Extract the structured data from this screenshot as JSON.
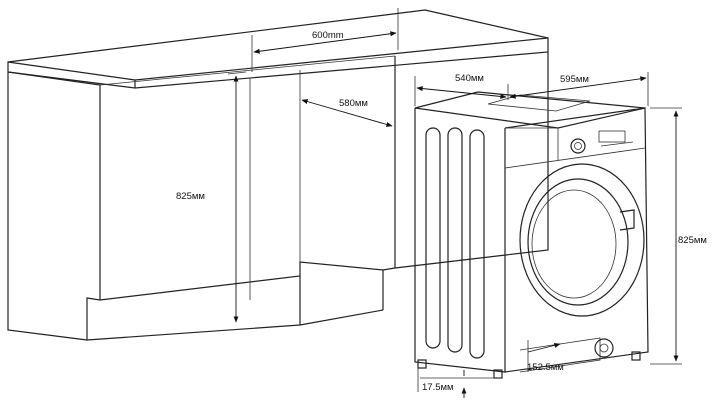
{
  "dimensions": {
    "cabinet_width": "600mm",
    "cabinet_depth": "580мм",
    "cabinet_height": "825мм",
    "machine_depth": "540мм",
    "machine_width": "595мм",
    "machine_height": "825мм",
    "foot_height": "17.5мм",
    "rear_offset": "152.5мм"
  }
}
